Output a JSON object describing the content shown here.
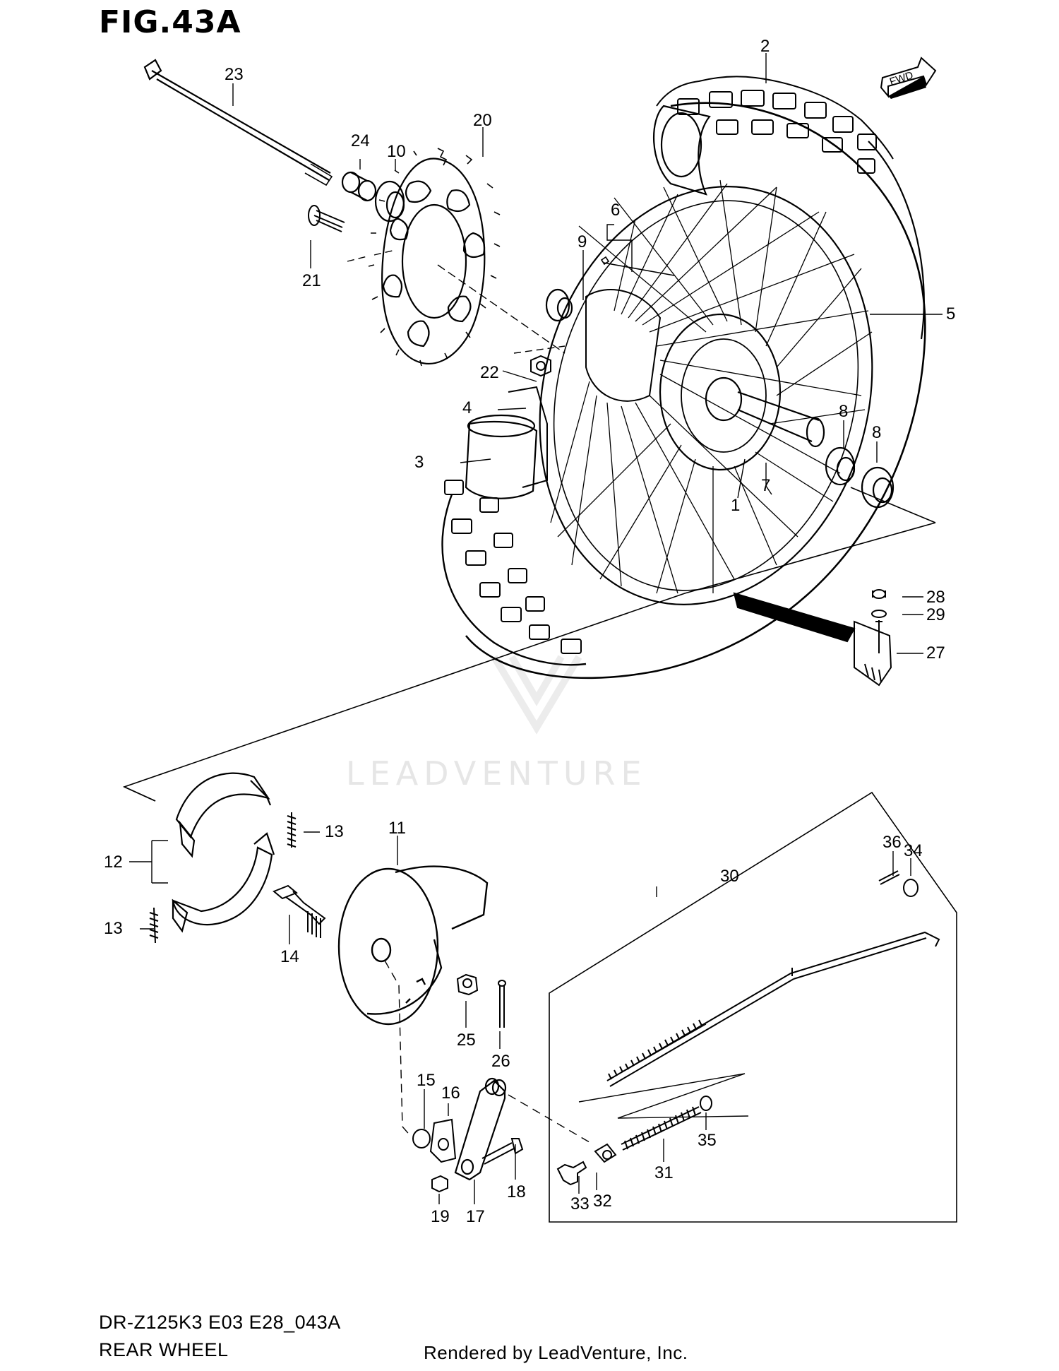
{
  "figure": {
    "title": "FIG.43A"
  },
  "fwd_badge": "FWD",
  "watermark": {
    "text": "LEADVENTURE"
  },
  "footer": {
    "code": "DR-Z125K3 E03 E28_043A",
    "name": "REAR WHEEL",
    "rendered_by": "Rendered by LeadVenture, Inc."
  },
  "callouts": [
    "1",
    "2",
    "3",
    "4",
    "5",
    "6",
    "7",
    "8",
    "8",
    "9",
    "10",
    "11",
    "12",
    "13",
    "13",
    "14",
    "15",
    "16",
    "17",
    "18",
    "19",
    "20",
    "21",
    "22",
    "23",
    "24",
    "25",
    "26",
    "27",
    "28",
    "29",
    "30",
    "31",
    "32",
    "33",
    "34",
    "35",
    "36"
  ]
}
